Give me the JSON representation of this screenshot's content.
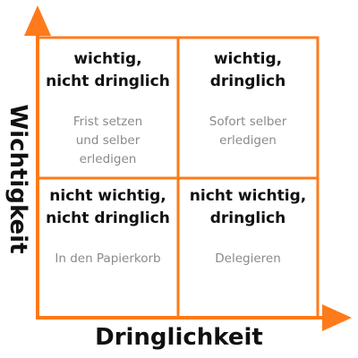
{
  "colors": {
    "accent": "#ff7a1a",
    "title_text": "#111111",
    "desc_text": "#8a8a8a"
  },
  "quadrants": {
    "top_left": {
      "title": "wichtig,\nnicht dringlich",
      "description": "Frist setzen\nund selber\nerledigen"
    },
    "top_right": {
      "title": "wichtig,\ndringlich",
      "description": "Sofort selber\nerledigen"
    },
    "bottom_left": {
      "title": "nicht wichtig,\nnicht dringlich",
      "description": "In den Papierkorb"
    },
    "bottom_right": {
      "title": "nicht wichtig,\ndringlich",
      "description": "Delegieren"
    }
  },
  "axes": {
    "x_label": "Dringlichkeit",
    "y_label": "Wichtigkeit"
  }
}
